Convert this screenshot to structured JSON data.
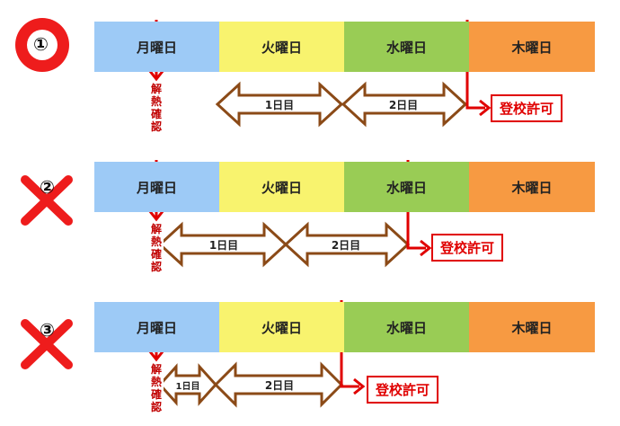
{
  "days": [
    "月曜日",
    "火曜日",
    "水曜日",
    "木曜日"
  ],
  "colors": {
    "mon": "#9dcaf6",
    "tue": "#f8f36e",
    "wed": "#99cc55",
    "thu": "#f79a42",
    "red": "#e00000",
    "brown": "#8b4a17"
  },
  "note": "解熱確認",
  "permit_label": "登校許可",
  "day1_label": "1日目",
  "day2_label": "2日目",
  "rows": [
    {
      "marker": "①",
      "verdict": "correct"
    },
    {
      "marker": "②",
      "verdict": "incorrect"
    },
    {
      "marker": "③",
      "verdict": "incorrect"
    }
  ]
}
